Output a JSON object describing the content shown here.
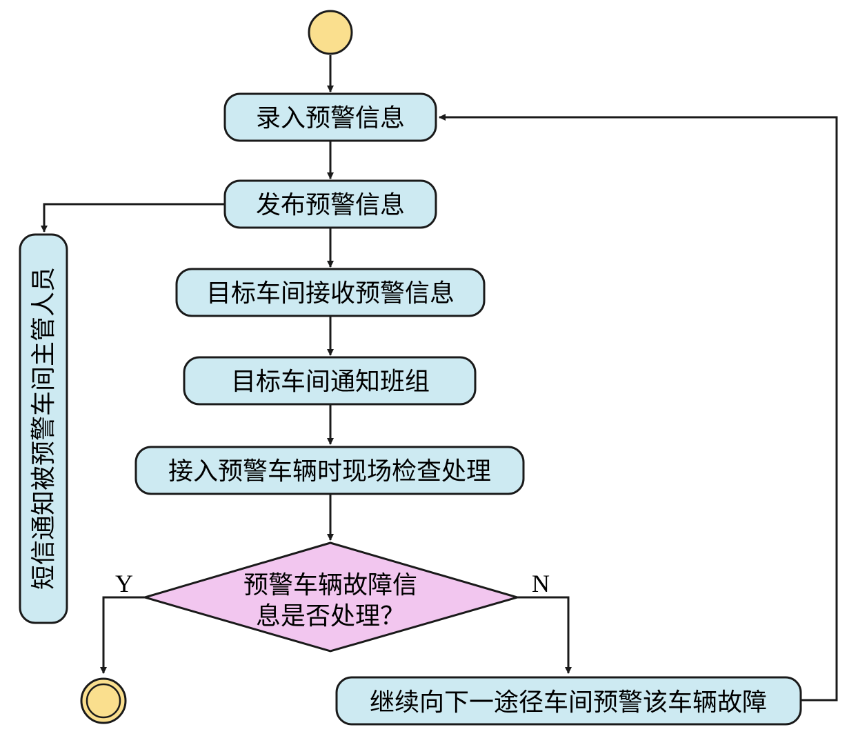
{
  "colors": {
    "box_fill": "#cdeaf2",
    "box_stroke": "#1a1a1a",
    "decision_fill": "#f2c6ef",
    "terminal_fill": "#fadf8e",
    "line": "#1a1a1a"
  },
  "nodes": {
    "start": "",
    "input_warning": "录入预警信息",
    "publish_warning": "发布预警信息",
    "receive_warning": "目标车间接收预警信息",
    "notify_team": "目标车间通知班组",
    "onsite_check": "接入预警车辆时现场检查处理",
    "decision_line1": "预警车辆故障信",
    "decision_line2": "息是否处理？",
    "continue_warning": "继续向下一途径车间预警该车辆故障",
    "sms_notify": "短信通知被预警车间主管人员"
  },
  "branches": {
    "yes": "Y",
    "no": "N"
  }
}
